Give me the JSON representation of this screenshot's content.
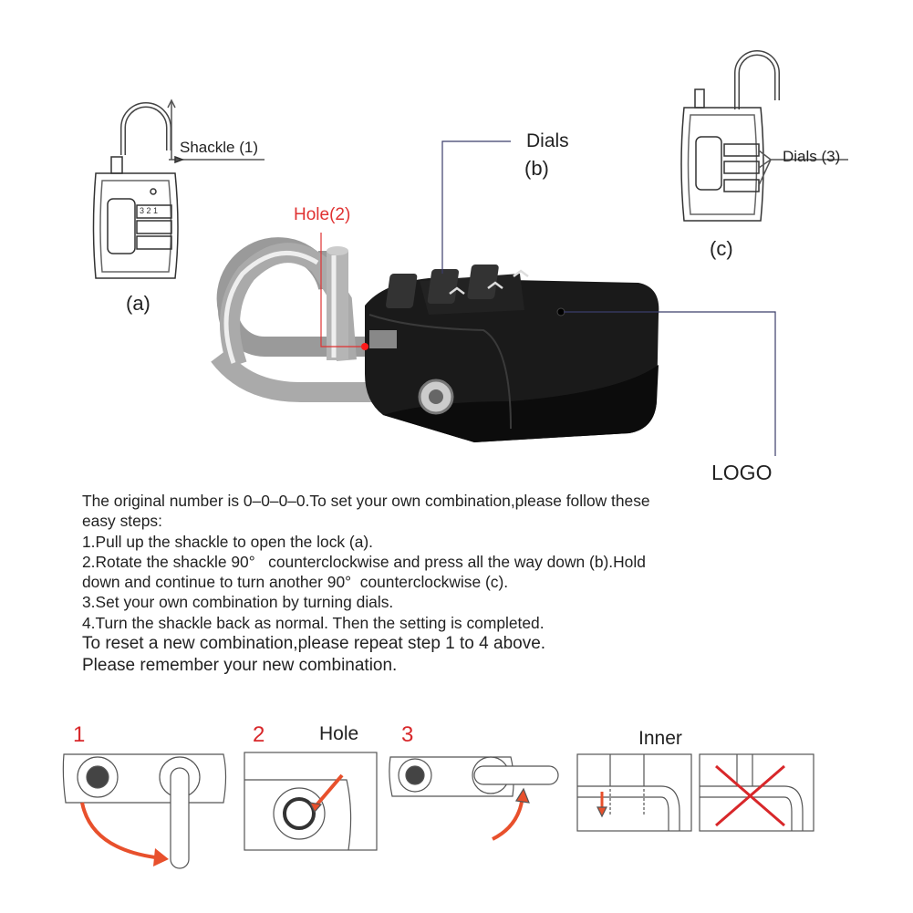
{
  "diagram_a": {
    "shackle_label": "Shackle (1)",
    "caption": "(a)"
  },
  "diagram_b": {
    "dials_label": "Dials",
    "caption": "(b)",
    "hole_label": "Hole(2)",
    "logo_label": "LOGO"
  },
  "diagram_c": {
    "dials_label": "Dials (3)",
    "caption": "(c)"
  },
  "dial_digits": "3 2 1",
  "instructions": [
    "The original number is 0–0–0–0.To set your own combination,please follow these",
    "easy steps:",
    "1.Pull up the shackle to open the lock (a).",
    "2.Rotate the shackle 90°   counterclockwise and press all the way down (b).Hold",
    "down and continue to turn another 90°  counterclockwise (c).",
    "3.Set your own combination by turning dials.",
    "4.Turn the shackle back as normal. Then the setting is completed.",
    "To reset a new combination,please repeat step 1 to 4 above.",
    "Please remember your new combination."
  ],
  "steps": {
    "step1": "1",
    "step2": "2",
    "hole": "Hole",
    "step3": "3",
    "inner": "Inner"
  },
  "colors": {
    "accent_red": "#d8272a",
    "lock_body": "#1a1a1a"
  }
}
